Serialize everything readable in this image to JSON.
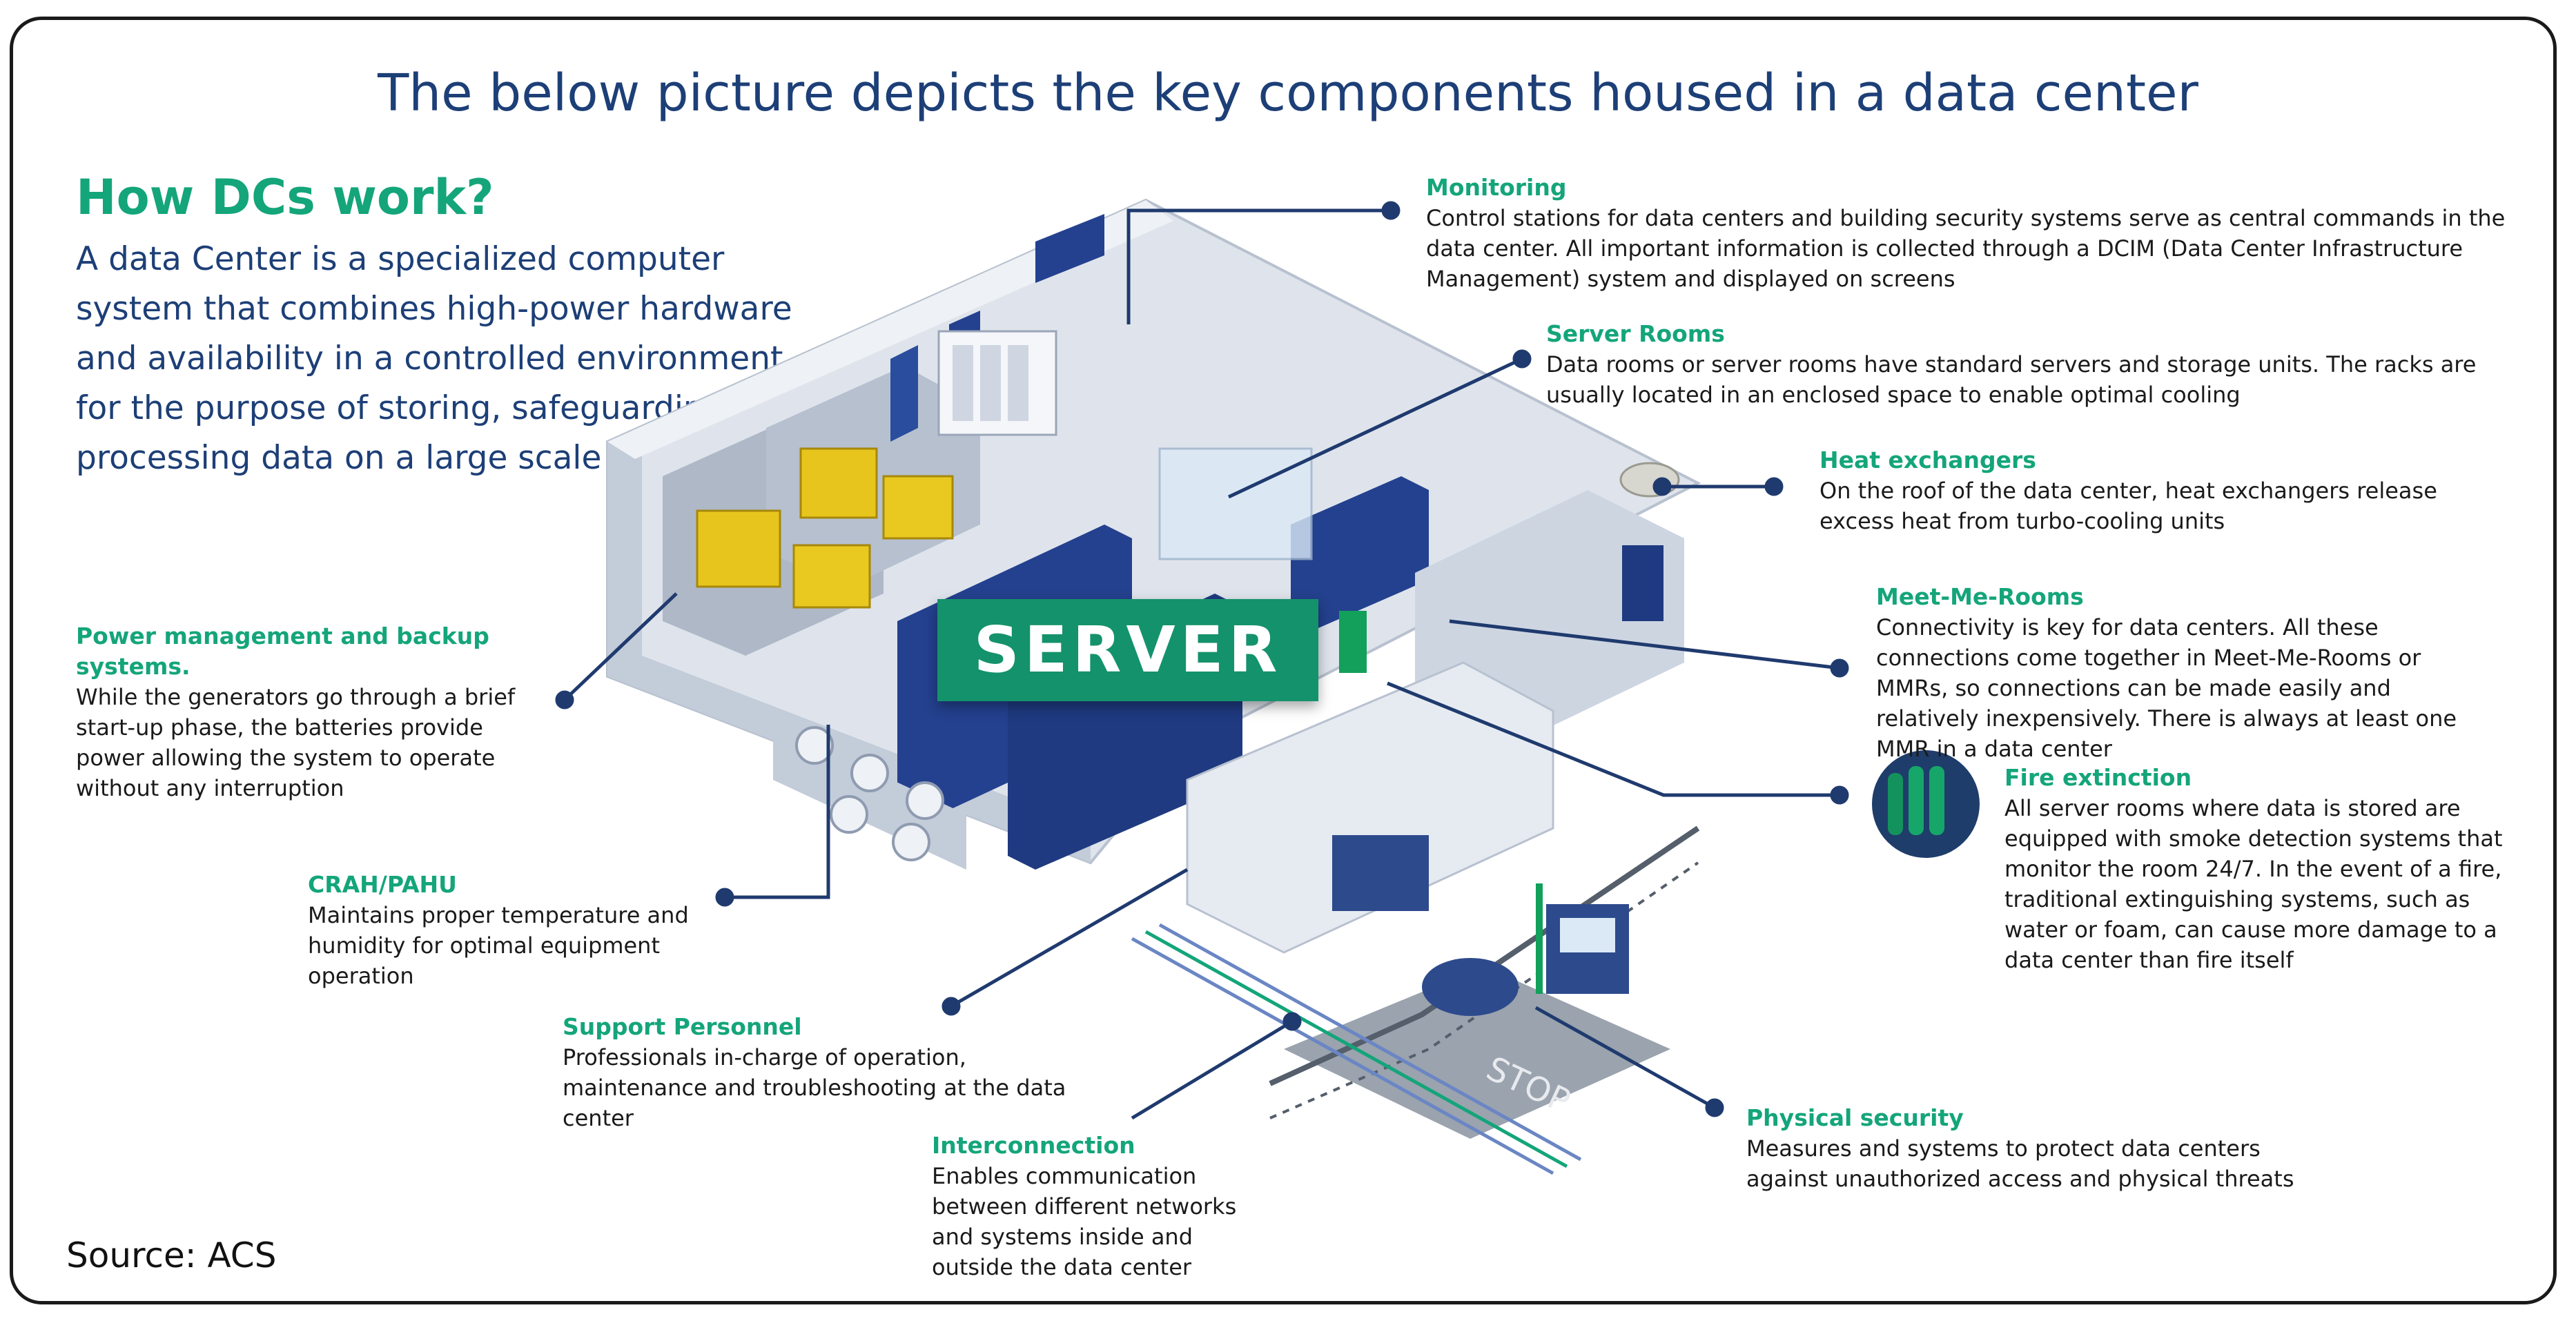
{
  "title": "The below picture depicts the key components housed in a data center",
  "heading": "How DCs work?",
  "intro": "A data Center is a specialized computer system that combines high-power hardware and availability in a controlled environment for the purpose of storing, safeguarding and processing data on a large scale",
  "server_label": "SERVER",
  "source": "Source: ACS",
  "callouts": {
    "monitoring": {
      "title": "Monitoring",
      "text": "Control stations for data centers and building security systems serve as central commands in the data center. All important information is collected through a DCIM (Data Center Infrastructure Management) system and displayed on screens"
    },
    "server_rooms": {
      "title": "Server Rooms",
      "text": "Data rooms or server rooms have standard servers and storage units. The racks are usually located in an enclosed space to enable optimal cooling"
    },
    "heat_exchangers": {
      "title": "Heat exchangers",
      "text": "On the roof of the data center, heat exchangers release excess heat from turbo-cooling units"
    },
    "meet_me_rooms": {
      "title": "Meet-Me-Rooms",
      "text": "Connectivity is key for data centers. All these connections come together in Meet-Me-Rooms or MMRs, so connections can be made easily and relatively inexpensively. There is always at least one MMR in a data center"
    },
    "fire_extinction": {
      "title": "Fire extinction",
      "text": "All server rooms where data is stored are equipped with smoke detection systems that monitor the room 24/7. In the event of a fire, traditional extinguishing systems, such as water or foam, can cause more damage to a data center than fire itself"
    },
    "power_management": {
      "title": "Power management and backup systems.",
      "text": "While the generators go through a brief start-up phase, the batteries provide power allowing the system to operate without any interruption"
    },
    "crah_pahu": {
      "title": "CRAH/PAHU",
      "text": "Maintains proper temperature and humidity for optimal equipment operation"
    },
    "support_personnel": {
      "title": "Support Personnel",
      "text": "Professionals in-charge of operation, maintenance and troubleshooting at the data center"
    },
    "interconnection": {
      "title": "Interconnection",
      "text": "Enables communication between different networks and systems inside and outside the data center"
    },
    "physical_security": {
      "title": "Physical security",
      "text": "Measures and systems to protect data centers against unauthorized access and physical threats"
    }
  },
  "illustration": {
    "stop_marking": "STOP"
  },
  "colors": {
    "title": "#1d3f77",
    "heading": "#14a57a",
    "server_badge": "#14926b",
    "leader_lines": "#1f3a6e",
    "floor": "#c9d1dd",
    "racks": "#24418f"
  }
}
